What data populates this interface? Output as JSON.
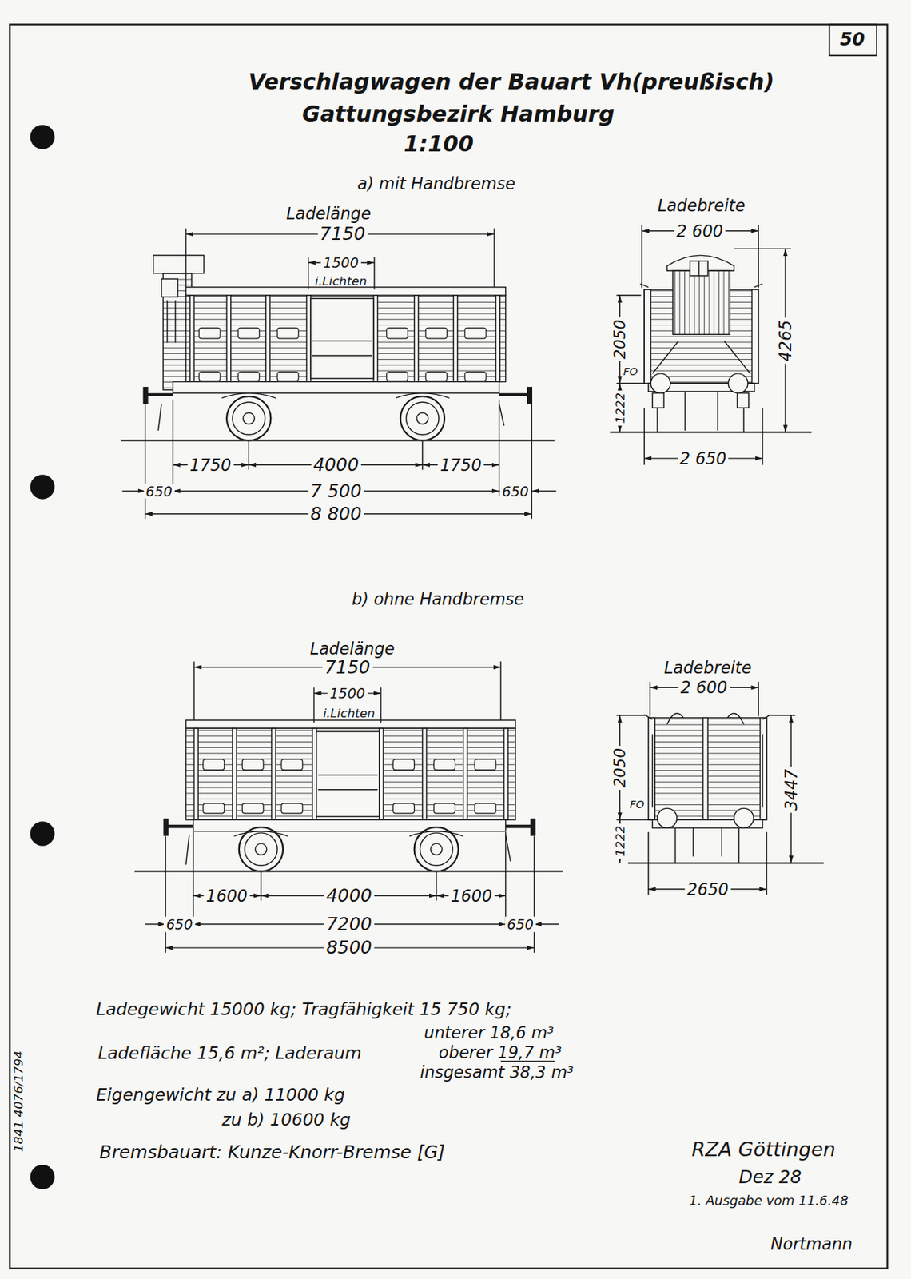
{
  "diagram": {
    "title": "Verschlagwagen der Bauart Vh(preußisch)",
    "labels": [
      "50",
      "Gattungsbezirk Hamburg",
      "1:100",
      "a) mit Handbremse",
      "Ladelänge",
      "7150",
      "1500",
      "i.Lichten",
      "Ladebreite",
      "2 600",
      "2050",
      "4265",
      "FO",
      "1222",
      "2 650",
      "1750",
      "4000",
      "1750",
      "650",
      "7 500",
      "650",
      "8 800",
      "b) ohne Handbremse",
      "Ladelänge",
      "7150",
      "1500",
      "i.Lichten",
      "Ladebreite",
      "2 600",
      "2050",
      "3447",
      "FO",
      "1222",
      "2650",
      "1600",
      "4000",
      "1600",
      "650",
      "7200",
      "650",
      "8500",
      "Ladegewicht 15000 kg; Tragfähigkeit 15 750 kg;",
      "unterer 18,6 m³",
      "Ladefläche 15,6 m²; Laderaum",
      "oberer 19,7 m³",
      "insgesamt 38,3 m³",
      "Eigengewicht zu a) 11000 kg",
      "zu b) 10600 kg",
      "Bremsbauart: Kunze-Knorr-Bremse [G]",
      "RZA Göttingen",
      "Dez 28",
      "1. Ausgabe vom 11.6.48",
      "Nortmann",
      "1841 4076/1794"
    ]
  }
}
